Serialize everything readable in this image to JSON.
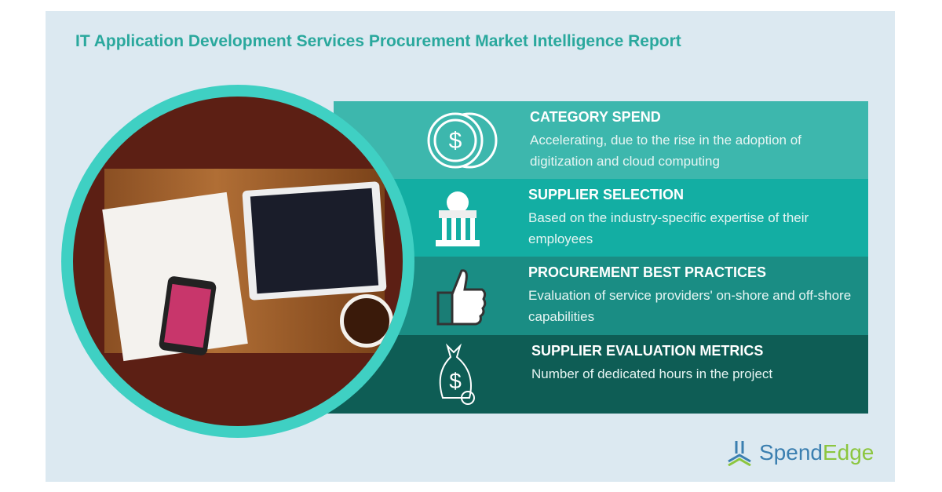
{
  "title": "IT Application Development Services Procurement Market Intelligence Report",
  "sections": [
    {
      "heading": "CATEGORY SPEND",
      "text": "Accelerating, due to the rise in the adoption of digitization and cloud computing",
      "icon": "coins-icon"
    },
    {
      "heading": "SUPPLIER SELECTION",
      "text": "Based on the industry-specific expertise of their employees",
      "icon": "bank-building-icon"
    },
    {
      "heading": "PROCUREMENT BEST PRACTICES",
      "text": "Evaluation of service providers' on-shore and off-shore capabilities",
      "icon": "thumbs-up-icon"
    },
    {
      "heading": "SUPPLIER EVALUATION METRICS",
      "text": "Number of dedicated hours in the project",
      "icon": "money-bag-icon"
    }
  ],
  "logo": {
    "part1": "Spend",
    "part2": "Edge"
  },
  "colors": {
    "title": "#2aa89d",
    "band1": "#3db7ad",
    "band2": "#13aea3",
    "band3": "#1a8d84",
    "band4": "#0e5d55",
    "ring": "#3fd0c3"
  }
}
